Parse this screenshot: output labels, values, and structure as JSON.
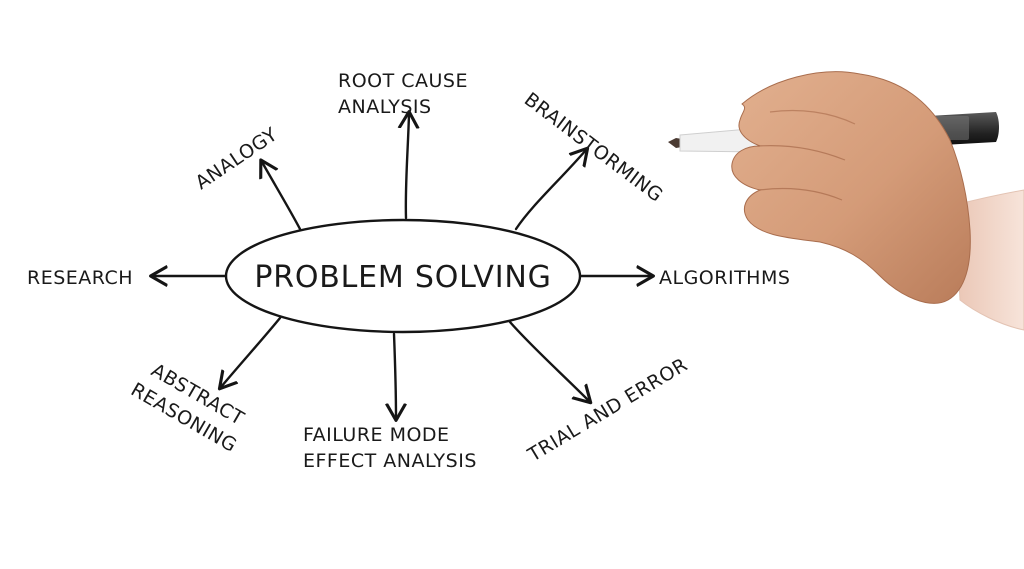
{
  "diagram": {
    "center": "PROBLEM SOLVING",
    "nodes": {
      "root_cause": [
        "ROOT CAUSE",
        "ANALYSIS"
      ],
      "analogy": "ANALOGY",
      "brainstorming": "BRAINSTORMING",
      "research": "RESEARCH",
      "algorithms": "ALGORITHMS",
      "abstract_reasoning": [
        "ABSTRACT",
        "REASONING"
      ],
      "fmea": [
        "FAILURE MODE",
        "EFFECT ANALYSIS"
      ],
      "trial_error": "TRIAL AND ERROR"
    }
  },
  "colors": {
    "ink": "#151515",
    "background": "#ffffff",
    "skin": "#d9a27f",
    "sleeve": "#f2d8cc",
    "marker_body": "#2e2e2e",
    "marker_tip": "#f1f1f1"
  }
}
